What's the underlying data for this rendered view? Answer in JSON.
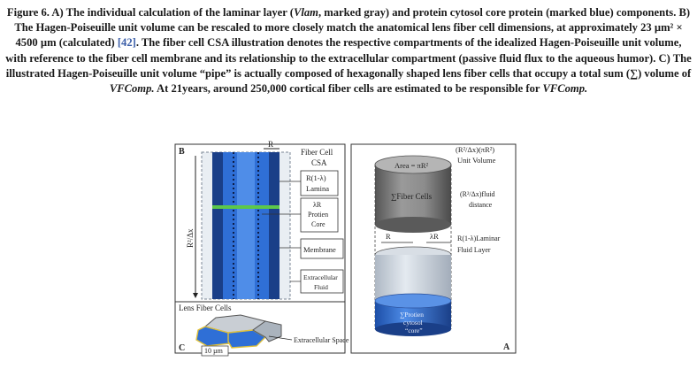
{
  "caption": {
    "p1": "Figure 6. A) The individual calculation of the laminar layer (",
    "vlam": "Vlam",
    "p2": ", marked gray) and protein cytosol core protein (marked blue) components. B) The Hagen-Poiseuille unit volume can be rescaled to more closely match the anatomical lens fiber cell dimensions, at approximately 23 µm² × 4500 µm (calculated) ",
    "ref": "[42]",
    "p3": ". The fiber cell CSA illustration denotes the respective compartments of the idealized Hagen-Poiseuille unit volume, with reference to the fiber cell membrane and its relationship to the extracellular compartment (passive fluid flux to the aqueous humor). C) The illustrated Hagen-Poiseuille unit volume “pipe” is actually composed of hexagonally shaped lens fiber cells that occupy a total sum (∑) volume of ",
    "vfcomp1": "VFComp.",
    "p4": " At 21years, around 250,000 cortical fiber cells are estimated to be responsible for ",
    "vfcomp2": "VFComp."
  },
  "panel_b": {
    "letter": "B",
    "top_label": "R",
    "side_label": "R²/Δx",
    "fiber_cell_csa": [
      "Fiber Cell",
      "CSA"
    ],
    "lamina": [
      "R(1-λ)",
      "Lamina"
    ],
    "protein_core": [
      "λR",
      "Protien",
      "Core"
    ],
    "membrane": "Membrane",
    "extracellular_fluid": [
      "Extracellular",
      "Fluid"
    ]
  },
  "panel_c": {
    "letter": "C",
    "title": "Lens Fiber Cells",
    "scale": "10 µm",
    "extracellular_space": "Extracellular Space"
  },
  "panel_a": {
    "letter": "A",
    "unit_volume": [
      "(R²/Δx)(πR²)",
      "Unit Volume"
    ],
    "area": "Area = πR²",
    "sum_fiber_cells": "∑Fiber Cells",
    "fluid_distance": [
      "(R²/Δx)fluid",
      "distance"
    ],
    "r_label": "R",
    "lambda_r_label": "λR",
    "laminar_layer": [
      "R(1-λ)Laminar",
      "Fluid Layer"
    ],
    "protein_cytosol": [
      "∑Protien",
      "cytosol",
      "“core”"
    ]
  },
  "colors": {
    "blue": "#2f6fd6",
    "dark_blue": "#143f8e",
    "green_band": "#5cc84a",
    "gray": "#8a8a8a",
    "light_gray": "#cfd6de",
    "reference": "#3b5ea8"
  }
}
